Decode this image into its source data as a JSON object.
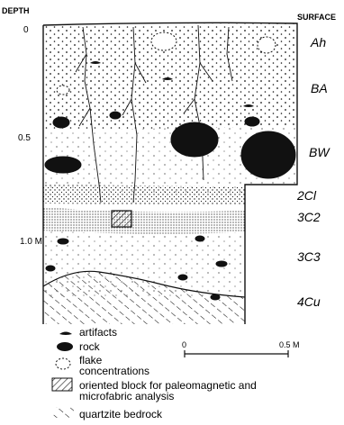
{
  "header": {
    "depth_label": "DEPTH",
    "surface_label": "SURFACE"
  },
  "depth_ticks": [
    "0",
    "0.5",
    "1.0 M"
  ],
  "horizons": [
    "Ah",
    "BA",
    "BW",
    "2Cl",
    "3C2",
    "3C3",
    "4Cu"
  ],
  "legend": [
    {
      "id": "artifacts",
      "icon": "artifact-icon",
      "lines": [
        "artifacts"
      ]
    },
    {
      "id": "rock",
      "icon": "rock-icon",
      "lines": [
        "rock"
      ]
    },
    {
      "id": "flake",
      "icon": "flake-concentration-icon",
      "lines": [
        "flake",
        "concentrations"
      ]
    },
    {
      "id": "oriented",
      "icon": "hatched-block-icon",
      "lines": [
        "oriented block for paleomagnetic and",
        "microfabric analysis"
      ]
    },
    {
      "id": "bedrock",
      "icon": "bedrock-hatch-icon",
      "lines": [
        "quartzite bedrock"
      ]
    }
  ],
  "scale_bar": {
    "start_label": "0",
    "end_label": "0.5 M"
  },
  "colors": {
    "ink": "#111111",
    "paper": "#ffffff"
  }
}
